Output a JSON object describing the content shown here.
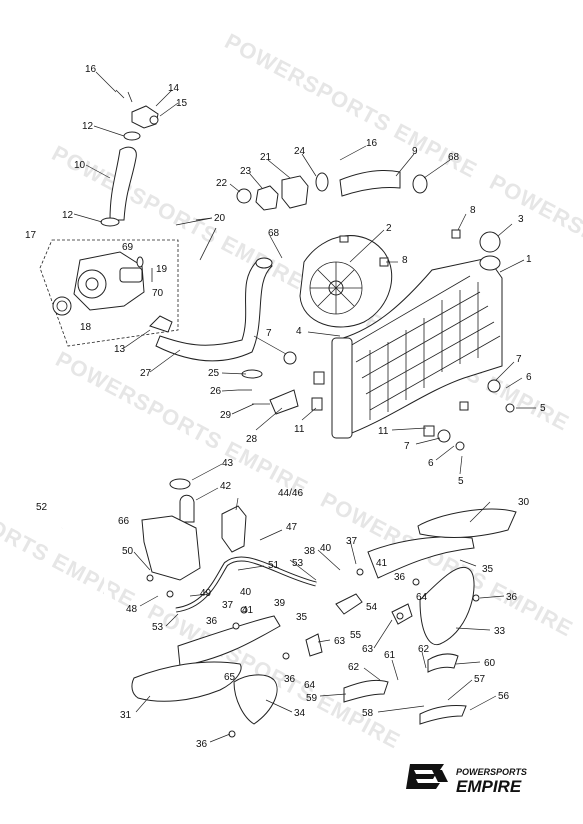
{
  "watermark": "POWERSPORTS EMPIRE",
  "logo": {
    "top": "POWERSPORTS",
    "main": "EMPIRE"
  },
  "callouts": [
    "16",
    "14",
    "15",
    "12",
    "10",
    "12",
    "17",
    "69",
    "19",
    "70",
    "18",
    "13",
    "27",
    "20",
    "22",
    "23",
    "21",
    "24",
    "16",
    "9",
    "68",
    "8",
    "3",
    "2",
    "68",
    "8",
    "1",
    "7",
    "4",
    "25",
    "26",
    "29",
    "28",
    "11",
    "7",
    "6",
    "5",
    "11",
    "7",
    "6",
    "5",
    "43",
    "42",
    "44/46",
    "52",
    "66",
    "47",
    "50",
    "51",
    "53",
    "38",
    "40",
    "37",
    "41",
    "36",
    "35",
    "30",
    "36",
    "49",
    "48",
    "53",
    "40",
    "37",
    "41",
    "36",
    "39",
    "35",
    "55",
    "54",
    "64",
    "63",
    "33",
    "63",
    "61",
    "62",
    "62",
    "60",
    "65",
    "36",
    "64",
    "59",
    "57",
    "58",
    "56",
    "31",
    "34",
    "36"
  ]
}
